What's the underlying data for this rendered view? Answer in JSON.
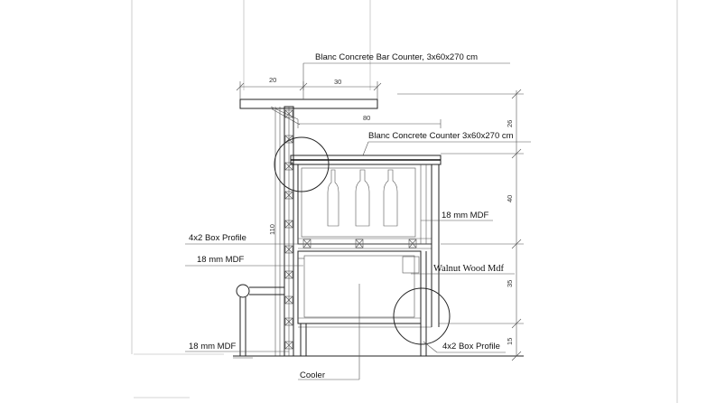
{
  "labels": {
    "bar_counter": "Blanc Concrete Bar Counter, 3x60x270 cm",
    "counter": "Blanc Concrete Counter 3x60x270 cm",
    "mdf_upper": "18 mm MDF",
    "box_profile_left": "4x2 Box Profile",
    "mdf_left": "18 mm MDF",
    "walnut": "Walnut Wood Mdf",
    "mdf_bottom": "18 mm MDF",
    "box_profile_right": "4x2 Box Profile",
    "cooler": "Cooler"
  },
  "dimensions": {
    "top_left": "20",
    "top_right": "30",
    "shelf_depth": "80",
    "height_total": "110",
    "right_26": "26",
    "right_40": "40",
    "right_35": "35",
    "right_15": "15"
  }
}
